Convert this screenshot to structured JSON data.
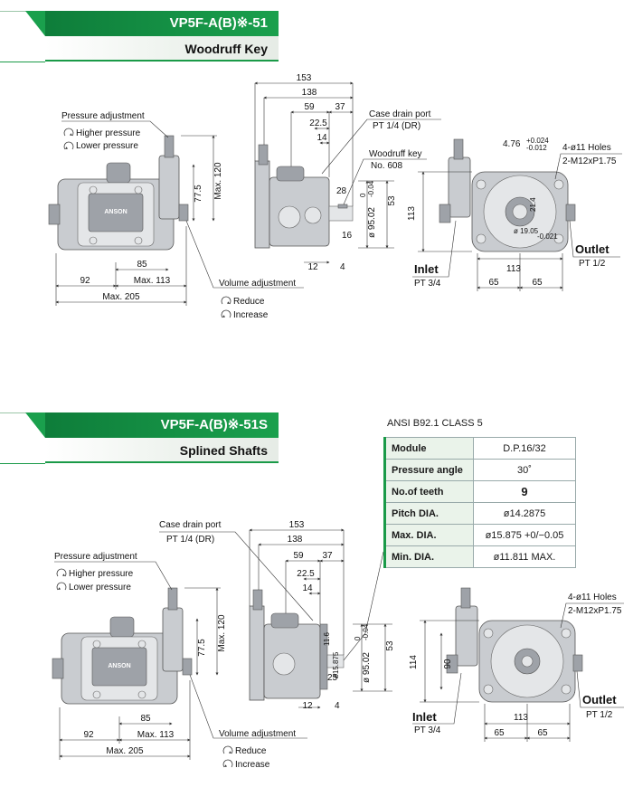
{
  "sections": [
    {
      "model": "VP5F-A(B)※-51",
      "subtitle": "Woodruff Key"
    },
    {
      "model": "VP5F-A(B)※-51S",
      "subtitle": "Splined Shafts"
    }
  ],
  "labels": {
    "pressure_adjustment": "Pressure adjustment",
    "higher_pressure": "Higher pressure",
    "lower_pressure": "Lower pressure",
    "volume_adjustment": "Volume adjustment",
    "reduce": "Reduce",
    "increase": "Increase",
    "case_drain_port": "Case drain port",
    "case_drain_spec": "PT 1/4 (DR)",
    "woodruff_key": "Woodruff key",
    "woodruff_no": "No. 608",
    "holes": "4-ø11 Holes",
    "thread": "2-M12xP1.75",
    "inlet": "Inlet",
    "inlet_spec": "PT 3/4",
    "outlet": "Outlet",
    "outlet_spec": "PT 1/2",
    "logo": "ANSON"
  },
  "dims_top": {
    "d153": "153",
    "d138": "138",
    "d59": "59",
    "d37": "37",
    "d22_5": "22.5",
    "d14": "14",
    "d28": "28",
    "d53": "53",
    "d16": "16",
    "d12": "12",
    "d4": "4",
    "shaft": "ø 95.02",
    "tol": "-0.04",
    "tol0": "0",
    "max120": "Max. 120",
    "d77_5": "77.5",
    "d85": "85",
    "d92": "92",
    "max113": "Max. 113",
    "max205": "Max. 205",
    "d113": "113",
    "d113b": "113",
    "d65a": "65",
    "d65b": "65",
    "key476": "4.76",
    "key_tol_p": "+0.024",
    "key_tol_m": "-0.012",
    "shaft19": "ø 19.05",
    "shaft19tol": "-0.021",
    "d21_4": "21.4"
  },
  "dims_bottom": {
    "d153": "153",
    "d138": "138",
    "d59": "59",
    "d37": "37",
    "d22_5": "22.5",
    "d14": "14",
    "d53": "53",
    "d25": "25",
    "d12": "12",
    "d4": "4",
    "shaft": "ø 95.02",
    "tol": "-0.04",
    "tol0": "0",
    "spline": "ø15.875",
    "d11_6": "11.6",
    "max120": "Max. 120",
    "d77_5": "77.5",
    "d85": "85",
    "d92": "92",
    "max113": "Max. 113",
    "max205": "Max. 205",
    "d114": "114",
    "d90": "90",
    "d113": "113",
    "d65a": "65",
    "d65b": "65"
  },
  "spec_table": {
    "title": "ANSI B92.1 CLASS 5",
    "rows": [
      {
        "key": "Module",
        "value": "D.P.16/32"
      },
      {
        "key": "Pressure angle",
        "value": "30˚"
      },
      {
        "key": "No.of teeth",
        "value": "9"
      },
      {
        "key": "Pitch DIA.",
        "value": "ø14.2875"
      },
      {
        "key": "Max. DIA.",
        "value": "ø15.875 +0/−0.05"
      },
      {
        "key": "Min. DIA.",
        "value": "ø11.811 MAX."
      }
    ]
  }
}
